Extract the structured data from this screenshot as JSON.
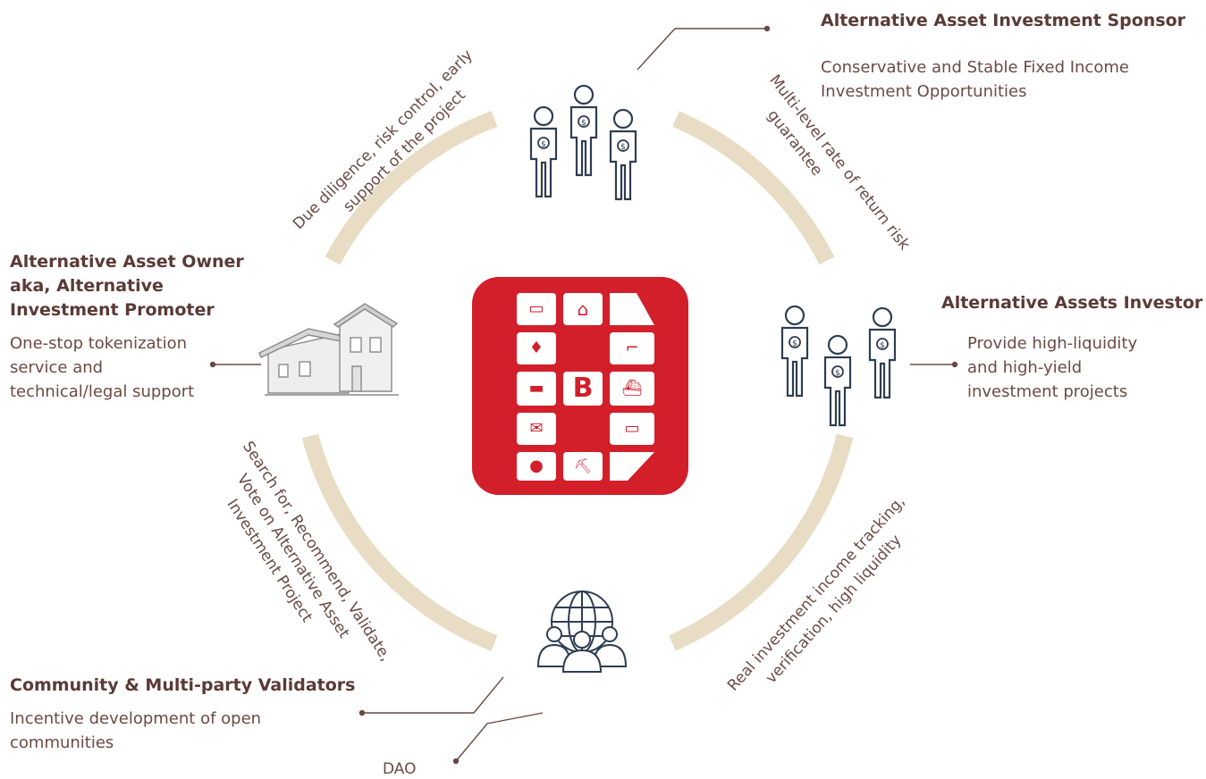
{
  "sponsor": {
    "title": "Alternative Asset Investment Sponsor",
    "desc": "Conservative and Stable Fixed Income\nInvestment Opportunities"
  },
  "investor": {
    "title": "Alternative Assets Investor",
    "desc": "Provide high-liquidity\nand high-yield\ninvestment projects"
  },
  "owner": {
    "title": "Alternative Asset Owner\naka, Alternative\nInvestment Promoter",
    "desc": "One-stop tokenization\nservice and\ntechnical/legal support"
  },
  "community": {
    "title": "Community & Multi-party Validators",
    "desc": "Incentive development of open\ncommunities"
  },
  "dao": "DAO",
  "arc_labels": {
    "top_left_1": "Due diligence, risk control, early",
    "top_left_2": "support of the project",
    "top_right_1": "Multi-level rate of return risk",
    "top_right_2": "guarantee",
    "bottom_left_1": "Search for, Recommend, Validate,",
    "bottom_left_2": "Vote on Alternative Asset",
    "bottom_left_3": "Investment Project",
    "bottom_right_1": "Real investment income tracking,",
    "bottom_right_2": "verification, high liquidity"
  },
  "logo_letter": "B",
  "colors": {
    "ring": "#e8dcc4",
    "logo_red": "#d21f2a",
    "text": "#6b4a44",
    "icon": "#2e3d52"
  }
}
